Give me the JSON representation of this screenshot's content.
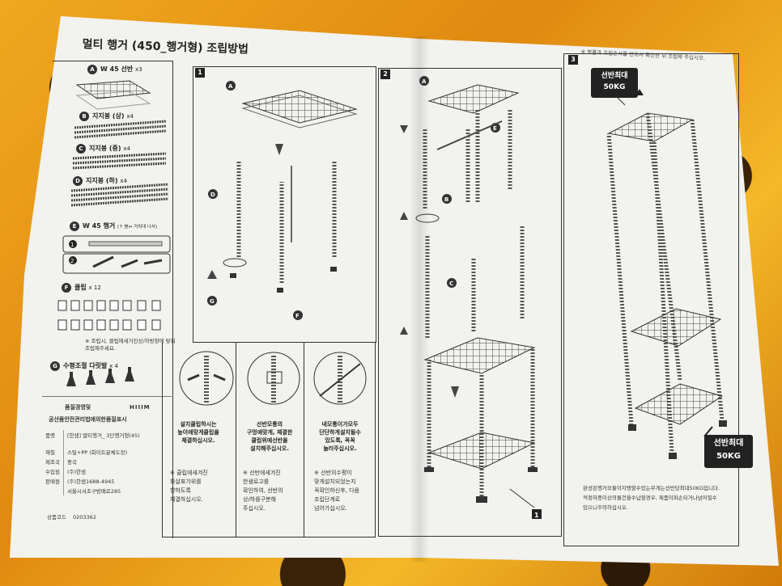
{
  "title": "멀티 행거 (450_행거형) 조립방법",
  "notice": "※ 부품과 조립순서를 반드시 확인한 뒤 조립해 주십시오.",
  "parts": {
    "a": {
      "letter": "A",
      "label": "W 45 선반",
      "qty": "x3"
    },
    "b": {
      "letter": "B",
      "label": "지지봉 (상)",
      "qty": "x4"
    },
    "c": {
      "letter": "C",
      "label": "지지봉 (중)",
      "qty": "x4"
    },
    "d": {
      "letter": "D",
      "label": "지지봉 (하)",
      "qty": "x4"
    },
    "e": {
      "letter": "E",
      "label": "W 45 행거",
      "qty": "(↑ 봉↔ 거치대 나사)"
    },
    "f": {
      "letter": "F",
      "label": "클립",
      "qty": "x 12"
    },
    "f_note": "※ 조립시, 클립에세거진상/하방향에 맞춰 조립해주세요.",
    "g": {
      "letter": "G",
      "label": "수평조절 다릿발",
      "qty": "x 4"
    }
  },
  "spec": {
    "header1": "품질경영및",
    "header2": "공산품안전관리법에의한품질표시",
    "brand": "HIIIM",
    "rows": [
      {
        "k": "품명",
        "v": "[한샘] 멀티행거_ 3단행거형(45)"
      },
      {
        "k": "재질",
        "v": "스틸+PP (화이트분체도장)"
      },
      {
        "k": "제조국",
        "v": "중국"
      },
      {
        "k": "수입원",
        "v": "(주)한샘"
      },
      {
        "k": "판매원",
        "v": "(주)한샘1688-4945"
      },
      {
        "k": "",
        "v": "서울시서초구방배로285"
      }
    ],
    "code_label": "상품코드",
    "code": "0203362"
  },
  "steps": [
    "1",
    "2",
    "3"
  ],
  "details": [
    {
      "caption": "설치클립하시는\n높이에맞게클립을\n체결하십시오.",
      "note": "※ 클립에새겨진\n화살표가위를\n향하도록\n체결하십시오."
    },
    {
      "caption": "선반모통의\n구멍에맞게, 체결한\n클립위에선반을\n설치해주십시오.",
      "note": "※ 선반에새겨진\n한샘로고를\n확인하여, 선반의\n상/하를구분해\n주십시오."
    },
    {
      "caption": "네모통이가모두\n단단하게설치될수\n있도록, 꼭꼭\n눌러주십시오.",
      "note": "※ 선반의수평이\n맞게설치되었는지\n꼭확인하신후, 다음\n조립단계로\n넘어가십시오."
    }
  ],
  "callouts": {
    "top_max": "선반최대\n50KG",
    "bottom_max": "선반최대\n50KG"
  },
  "step3_note": "완성된행거모듈이지탱할수있는무게는선반당최대50KG입니다.\n적정하중이상의물건을수납할경우, 제품이파손되거나넘어질수\n있으니주의하십시오."
}
